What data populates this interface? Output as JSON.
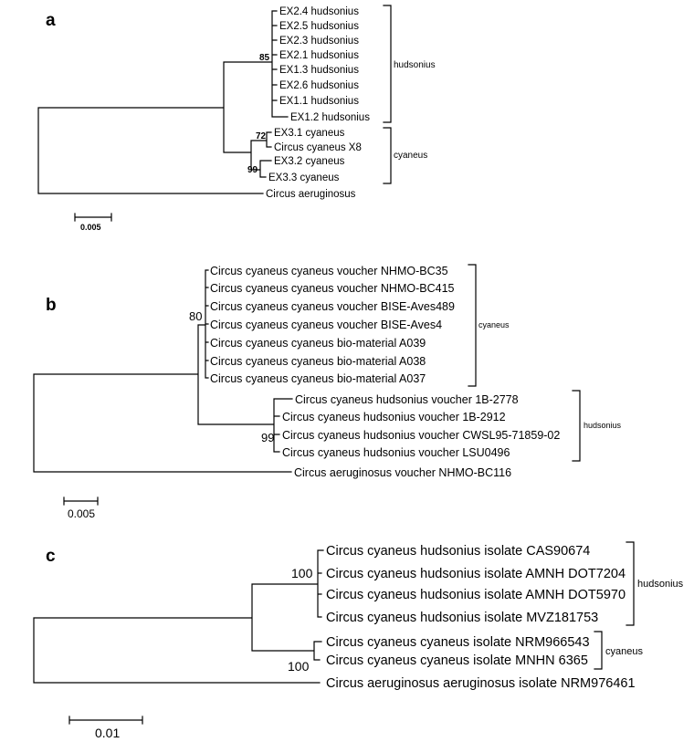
{
  "panels": {
    "a": {
      "label": "a",
      "tips": [
        "EX2.4 hudsonius",
        "EX2.5 hudsonius",
        "EX2.3 hudsonius",
        "EX2.1 hudsonius",
        "EX1.3 hudsonius",
        "EX2.6 hudsonius",
        "EX1.1 hudsonius",
        "EX1.2 hudsonius",
        "EX3.1 cyaneus",
        "Circus cyaneus X8",
        "EX3.2 cyaneus",
        "EX3.3 cyaneus",
        "Circus aeruginosus"
      ],
      "bootstrap": [
        "85",
        "72",
        "99"
      ],
      "clades": [
        "hudsonius",
        "cyaneus"
      ],
      "scale": "0.005"
    },
    "b": {
      "label": "b",
      "tips": [
        "Circus cyaneus cyaneus voucher NHMO-BC35",
        "Circus cyaneus cyaneus voucher NHMO-BC415",
        "Circus cyaneus cyaneus voucher BISE-Aves489",
        "Circus cyaneus cyaneus voucher BISE-Aves4",
        "Circus cyaneus cyaneus bio-material A039",
        "Circus cyaneus cyaneus bio-material A038",
        "Circus cyaneus cyaneus bio-material A037",
        "Circus cyaneus hudsonius voucher 1B-2778",
        "Circus cyaneus hudsonius voucher 1B-2912",
        "Circus cyaneus hudsonius voucher CWSL95-71859-02",
        "Circus cyaneus hudsonius voucher LSU0496",
        "Circus aeruginosus voucher NHMO-BC116"
      ],
      "bootstrap": [
        "80",
        "99"
      ],
      "clades": [
        "cyaneus",
        "hudsonius"
      ],
      "scale": "0.005"
    },
    "c": {
      "label": "c",
      "tips": [
        "Circus cyaneus hudsonius isolate CAS90674",
        "Circus cyaneus hudsonius isolate AMNH DOT7204",
        "Circus cyaneus hudsonius isolate AMNH DOT5970",
        "Circus cyaneus hudsonius isolate MVZ181753",
        "Circus cyaneus cyaneus isolate NRM966543",
        "Circus cyaneus cyaneus isolate MNHN 6365",
        "Circus aeruginosus aeruginosus isolate NRM976461"
      ],
      "bootstrap": [
        "100",
        "100"
      ],
      "clades": [
        "hudsonius",
        "cyaneus"
      ],
      "scale": "0.01"
    }
  }
}
